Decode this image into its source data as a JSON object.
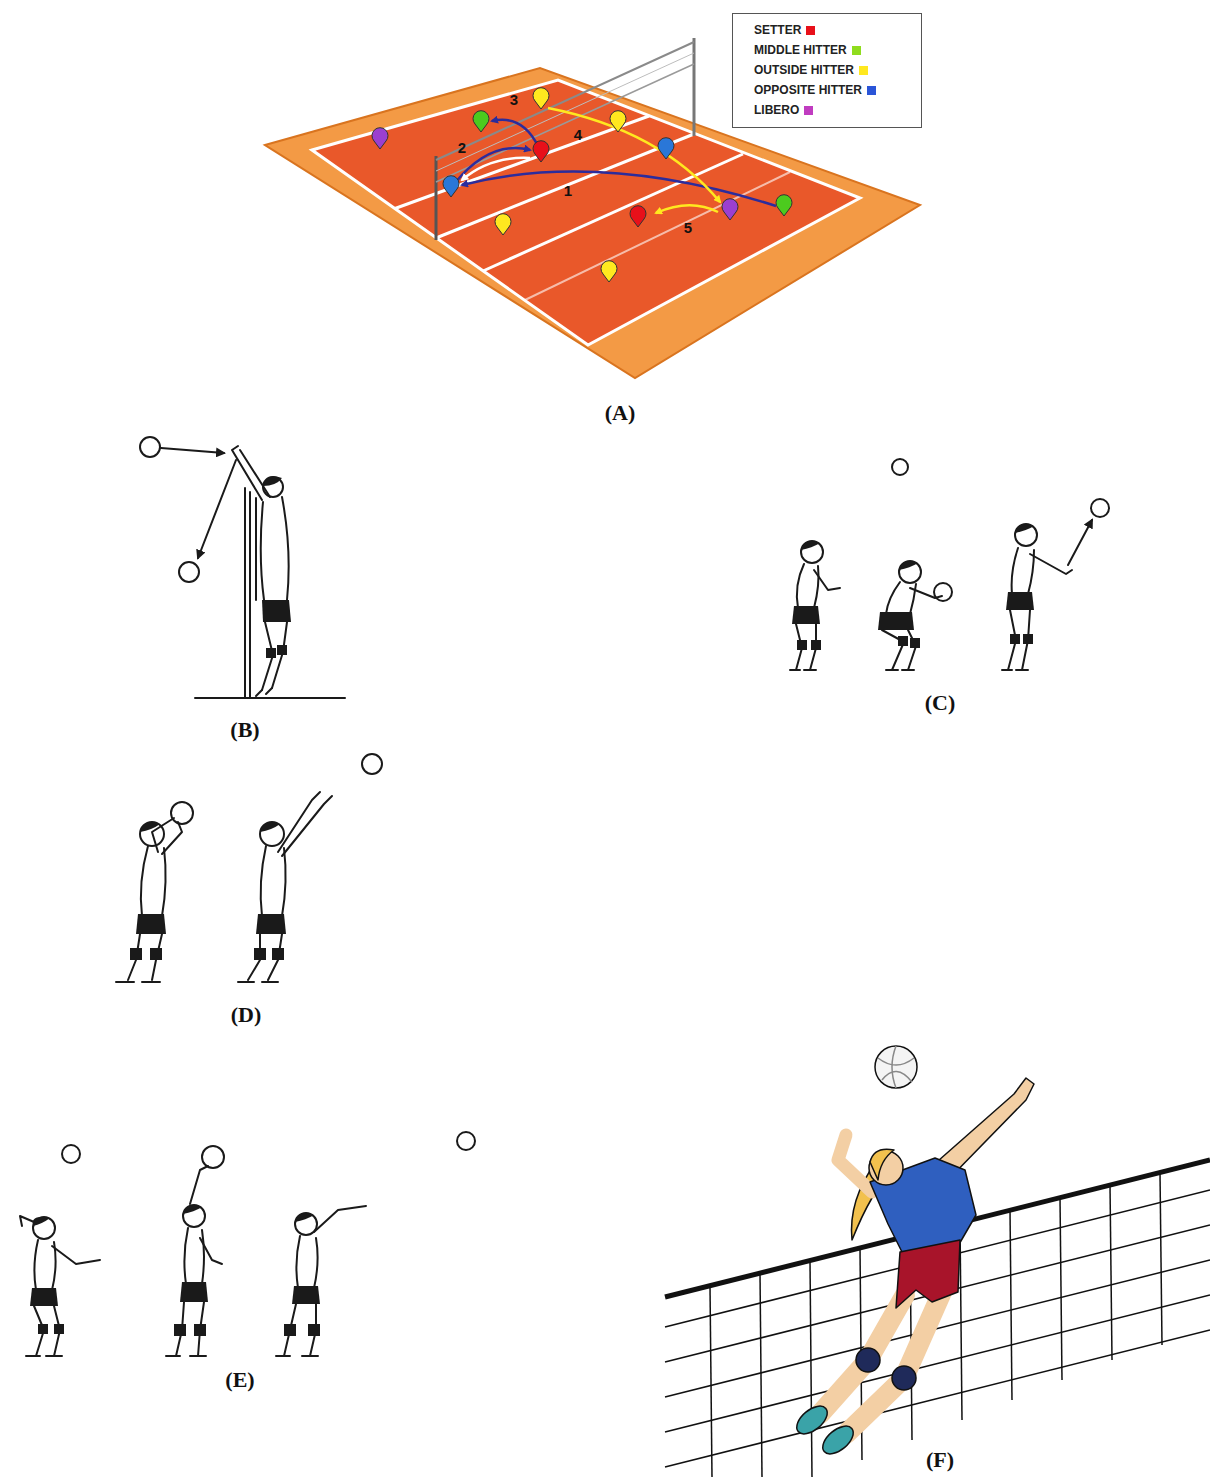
{
  "diagram": {
    "labels": [
      "3",
      "4",
      "2",
      "1",
      "5",
      "(A)",
      "(B)",
      "(C)",
      "(D)",
      "(E)",
      "(F)"
    ],
    "legend": [
      {
        "text": "SETTER",
        "color": "#e8101a"
      },
      {
        "text": "MIDDLE HITTER",
        "color": "#8fdc1e"
      },
      {
        "text": "OUTSIDE HITTER",
        "color": "#ffe81f"
      },
      {
        "text": "OPPOSITE HITTER",
        "color": "#2a55d8"
      },
      {
        "text": "LIBERO",
        "color": "#c03cc0"
      }
    ]
  }
}
